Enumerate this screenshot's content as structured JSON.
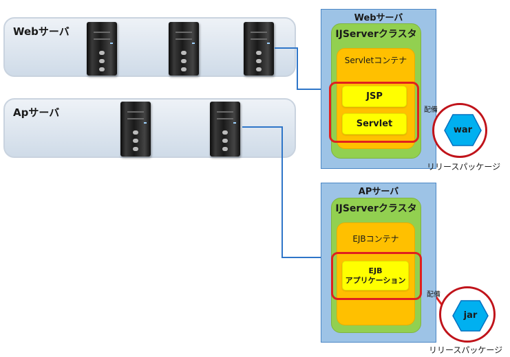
{
  "web_group": {
    "label": "Webサーバ"
  },
  "ap_group": {
    "label": "Apサーバ"
  },
  "web_server_box": {
    "title": "Webサーバ",
    "cluster": "IJServerクラスタ",
    "container": "Servletコンテナ",
    "components": [
      "JSP",
      "Servlet"
    ]
  },
  "ap_server_box": {
    "title": "APサーバ",
    "cluster": "IJServerクラスタ",
    "container": "EJBコンテナ",
    "component_line1": "EJB",
    "component_line2": "アプリケーション"
  },
  "deploy_label": "配備",
  "packages": [
    {
      "name": "war",
      "caption": "リリースパッケージ"
    },
    {
      "name": "jar",
      "caption": "リリースパッケージ"
    }
  ],
  "colors": {
    "server_box": "#9dc3e6",
    "cluster": "#92d050",
    "container": "#ffc000",
    "component": "#ffff00",
    "highlight": "#e0201e",
    "package": "#00b0f0",
    "connector": "#2e75c8"
  }
}
